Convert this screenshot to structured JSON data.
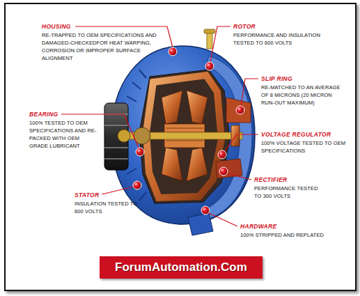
{
  "diagram": {
    "nodes": [
      {
        "text": [
          "ForumAutomation.Com"
        ]
      }
    ],
    "labels": [
      "HOUSING",
      "RE-TRAPPED TO OEM SPECIFICATIONS AND DAMAGED-CHECKEDFOR HEAT WARPING, CORROSION OR IMPROPER SURFACE ALIGNMENT",
      "ROTOR",
      "PERFORMANCE AND INSULATION TESTED TO 600 VOLTS",
      "SLIP RING",
      "RE-MATCHED TO AN AVERAGE OF 8 MICRONS (20 MICRON RUN-OUT MAXIMUM)",
      "BEARING",
      "100% TESTED TO OEM SPECIFICATIONS AND RE-PACKED WITH OEM GRADE LUBRICANT",
      "VOLTAGE REGULATOR",
      "100% VOLTAGE TESTED TO OEM SPECIFICATIONS",
      "RECTIFIER",
      "PERFORMANCE TESTED TO 300 VOLTS",
      "STATOR",
      "INSULATION TESTED TO 600 VOLTS",
      "HARDWARE",
      "100% STRIPPED AND REPLATED"
    ]
  }
}
